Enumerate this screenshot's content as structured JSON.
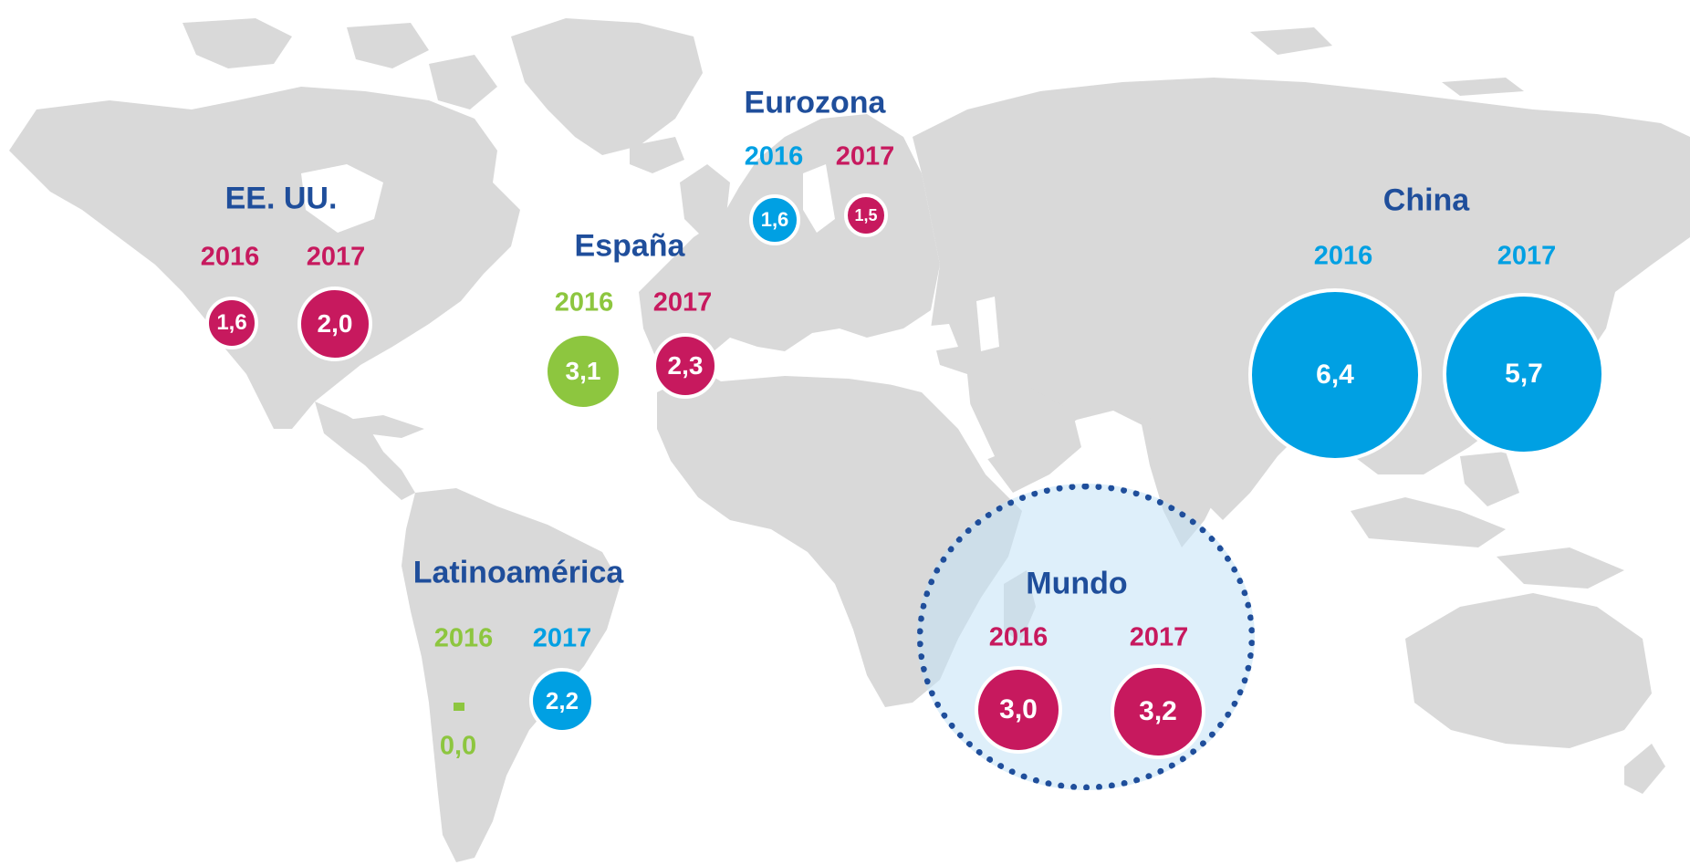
{
  "colors": {
    "land": "#d9d9d9",
    "title": "#1f4e9b",
    "magenta": "#c7195e",
    "blue": "#00a0e3",
    "green": "#8dc63f"
  },
  "regions": {
    "eeuu": {
      "title": "EE. UU.",
      "year_2016": "2016",
      "year_2017": "2017",
      "value_2016": "1,6",
      "value_2017": "2,0"
    },
    "espana": {
      "title": "España",
      "year_2016": "2016",
      "year_2017": "2017",
      "value_2016": "3,1",
      "value_2017": "2,3"
    },
    "eurozona": {
      "title": "Eurozona",
      "year_2016": "2016",
      "year_2017": "2017",
      "value_2016": "1,6",
      "value_2017": "1,5"
    },
    "china": {
      "title": "China",
      "year_2016": "2016",
      "year_2017": "2017",
      "value_2016": "6,4",
      "value_2017": "5,7"
    },
    "latam": {
      "title": "Latinoamérica",
      "year_2016": "2016",
      "year_2017": "2017",
      "value_2016": "0,0",
      "value_2017": "2,2"
    },
    "mundo": {
      "title": "Mundo",
      "year_2016": "2016",
      "year_2017": "2017",
      "value_2016": "3,0",
      "value_2017": "3,2"
    }
  }
}
